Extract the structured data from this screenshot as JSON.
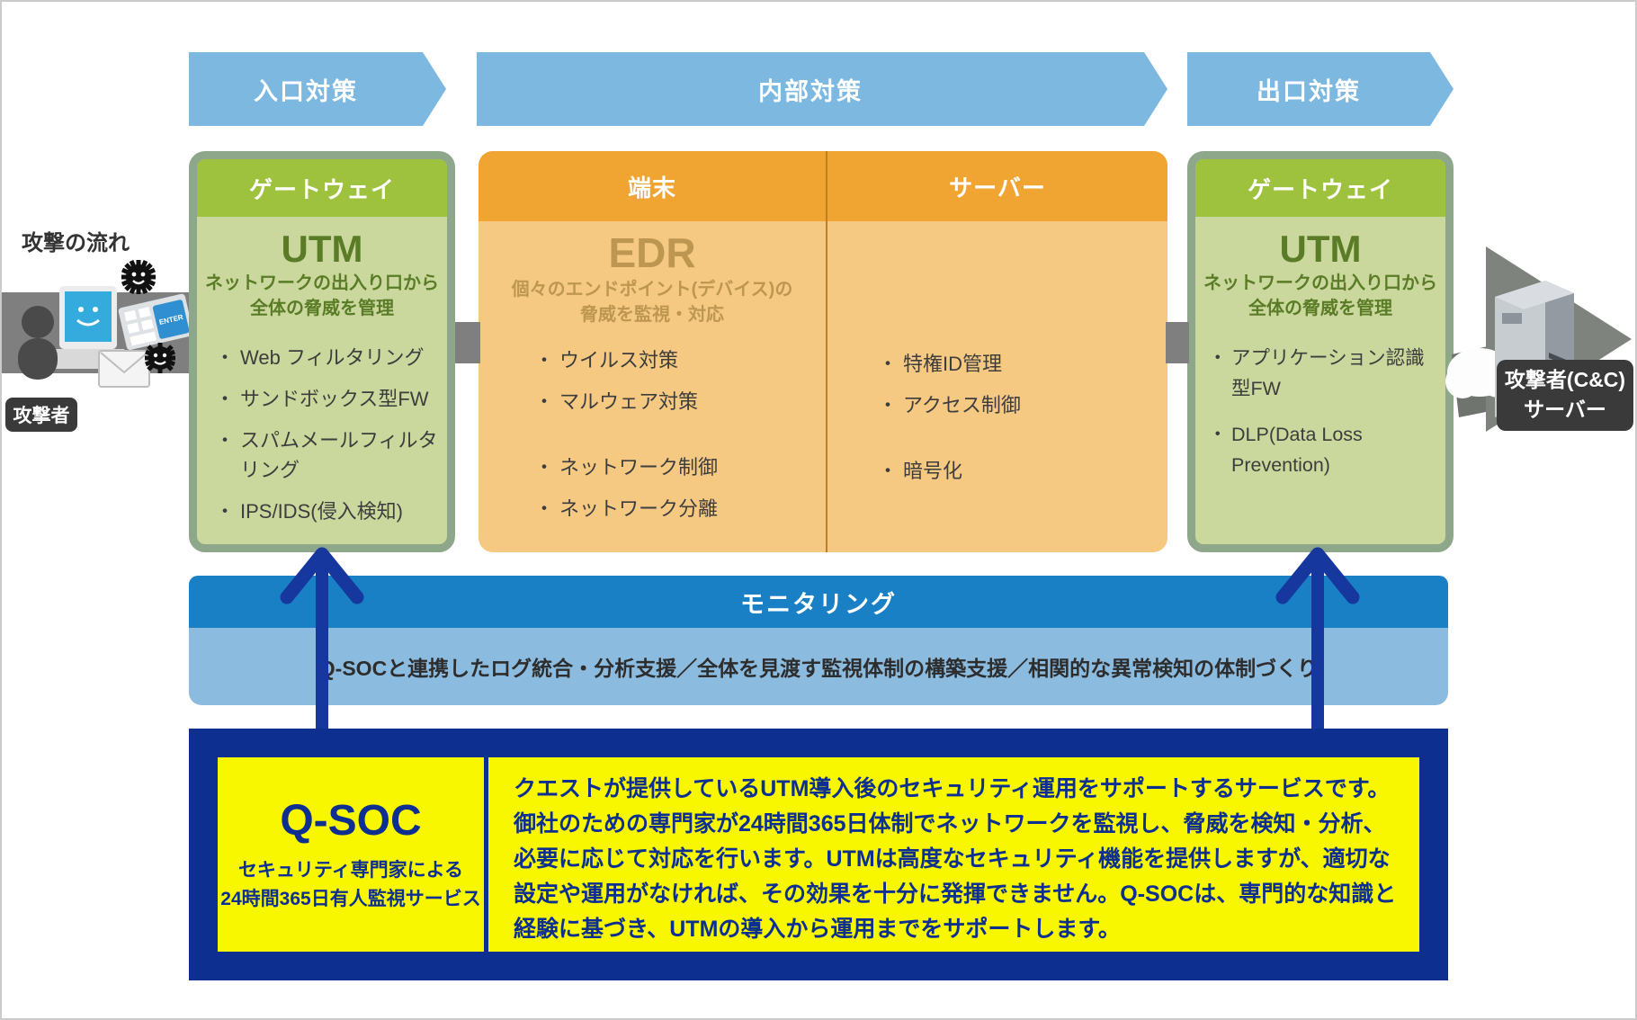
{
  "colors": {
    "banner_blue": "#7cb8e0",
    "green_header": "#9ec13e",
    "green_body": "#cbd89d",
    "green_border": "#8ea78b",
    "green_text": "#5a7c26",
    "orange_header": "#f0a432",
    "orange_body": "#f6c983",
    "edr_text": "#bd9751",
    "bullet_text": "#3d3d3d",
    "monitor_top": "#1a80c5",
    "monitor_bottom": "#8bbbdf",
    "navy": "#0d2f8f",
    "arrow_navy": "#16379d",
    "yellow": "#f8f700",
    "gray_band": "#7f7f7f",
    "badge_dark": "#3a3a3a"
  },
  "top_arrows": {
    "entrance": "入口対策",
    "internal": "内部対策",
    "exit": "出口対策"
  },
  "attack_flow": {
    "label": "攻撃の流れ",
    "attacker_badge": "攻撃者",
    "cc_badge_line1": "攻撃者(C&C)",
    "cc_badge_line2": "サーバー",
    "enter_key_label": "ENTER"
  },
  "entrance_box": {
    "header": "ゲートウェイ",
    "title": "UTM",
    "subtitle_line1": "ネットワークの出入り口から",
    "subtitle_line2": "全体の脅威を管理",
    "bullets": [
      "Web フィルタリング",
      "サンドボックス型FW",
      "スパムメールフィルタリング",
      "IPS/IDS(侵入検知)"
    ]
  },
  "internal_box": {
    "terminal_header": "端末",
    "server_header": "サーバー",
    "edr_title": "EDR",
    "edr_subtitle_line1": "個々のエンドポイント(デバイス)の",
    "edr_subtitle_line2": "脅威を監視・対応",
    "terminal_bullets_group1": [
      "ウイルス対策",
      "マルウェア対策"
    ],
    "terminal_bullets_group2": [
      "ネットワーク制御",
      "ネットワーク分離"
    ],
    "server_bullets_group1": [
      "特権ID管理",
      "アクセス制御"
    ],
    "server_bullets_group2": [
      "暗号化"
    ]
  },
  "exit_box": {
    "header": "ゲートウェイ",
    "title": "UTM",
    "subtitle_line1": "ネットワークの出入り口から",
    "subtitle_line2": "全体の脅威を管理",
    "bullets": [
      "アプリケーション認識型FW",
      "DLP(Data Loss Prevention)"
    ]
  },
  "monitoring": {
    "title": "モニタリング",
    "description": "Q-SOCと連携したログ統合・分析支援／全体を見渡す監視体制の構築支援／相関的な異常検知の体制づくり"
  },
  "qsoc": {
    "title": "Q-SOC",
    "subtitle_line1": "セキュリティ専門家による",
    "subtitle_line2": "24時間365日有人監視サービス",
    "description": "クエストが提供しているUTM導入後のセキュリティ運用をサポートするサービスです。御社のための専門家が24時間365日体制でネットワークを監視し、脅威を検知・分析、必要に応じて対応を行います。UTMは高度なセキュリティ機能を提供しますが、適切な設定や運用がなければ、その効果を十分に発揮できません。Q-SOCは、専門的な知識と経験に基づき、UTMの導入から運用までをサポートします。"
  }
}
